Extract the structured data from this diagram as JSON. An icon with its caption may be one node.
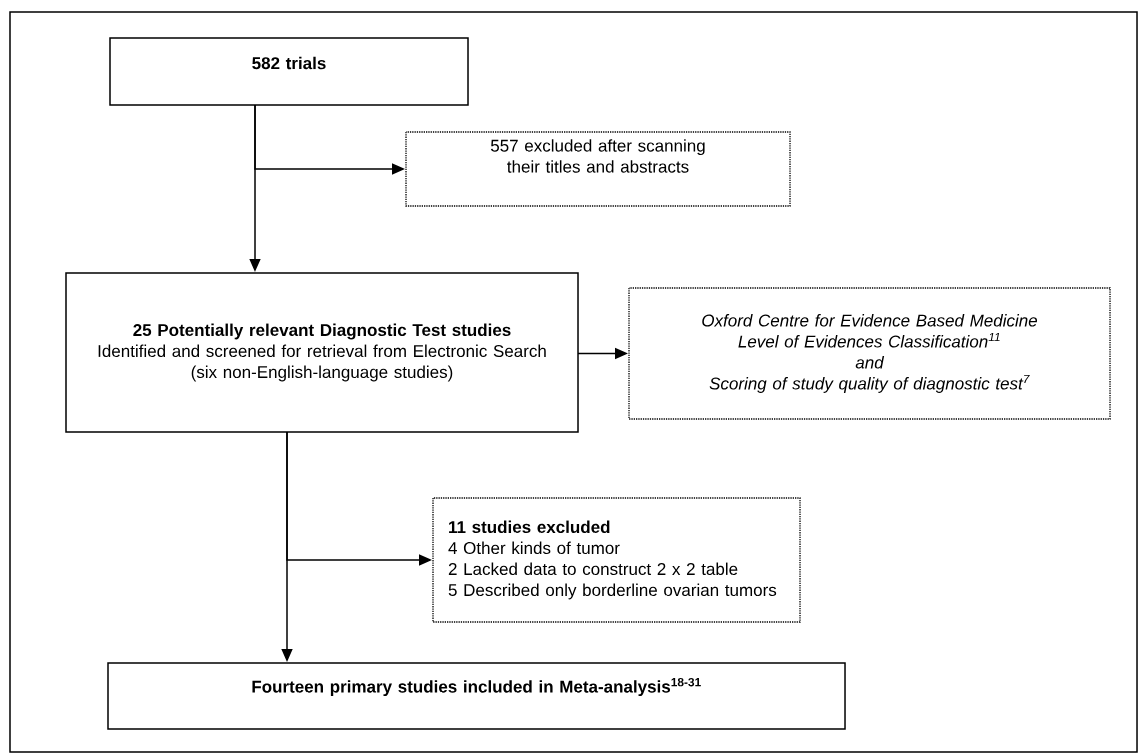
{
  "diagram": {
    "nodes": [
      {
        "text": [
          "582 trials"
        ]
      },
      {
        "text": [
          "557 excluded after scanning their titles and abstracts"
        ]
      },
      {
        "text": [
          "25 Potentially relevant Diagnostic Test studies",
          "Identified and screened for retrieval from Electronic Search",
          "(six non-English-language studies)"
        ]
      },
      {
        "text": [
          "Oxford Centre for Evidence Based Medicine Level of Evidences Classification$^{11}$",
          "and",
          "Scoring of study quality of diagnostic test$^{7}$"
        ]
      },
      {
        "text": [
          "11 studies excluded",
          "4 Other kinds of tumor",
          "2 Lacked data to construct 2 x 2 table",
          "5 Described only borderline ovarian tumors"
        ]
      },
      {
        "text": [
          "Fourteen primary studies included in Meta-analysis$^{18-31}$"
        ]
      }
    ],
    "edges": [
      {
        "from": 0,
        "to": 2,
        "arrow": "to"
      },
      {
        "from": 0,
        "to": 1,
        "arrow": "to"
      },
      {
        "from": 2,
        "to": 3,
        "arrow": "to"
      },
      {
        "from": 2,
        "to": 5,
        "arrow": "to"
      },
      {
        "from": 2,
        "to": 4,
        "arrow": "to"
      }
    ]
  }
}
